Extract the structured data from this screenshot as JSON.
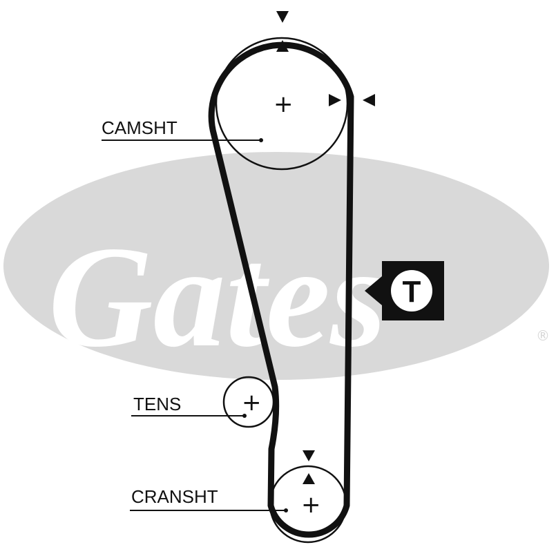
{
  "labels": {
    "camshaft": "CAMSHT",
    "tensioner": "TENS",
    "crankshaft": "CRANSHT"
  },
  "tensioner_marker": {
    "letter": "T"
  },
  "watermark": {
    "brand": "Gates",
    "trademark": "®"
  },
  "center_mark": "+",
  "colors": {
    "belt": "#111111",
    "watermark_ellipse": "#d9d9d9",
    "background": "#ffffff"
  }
}
